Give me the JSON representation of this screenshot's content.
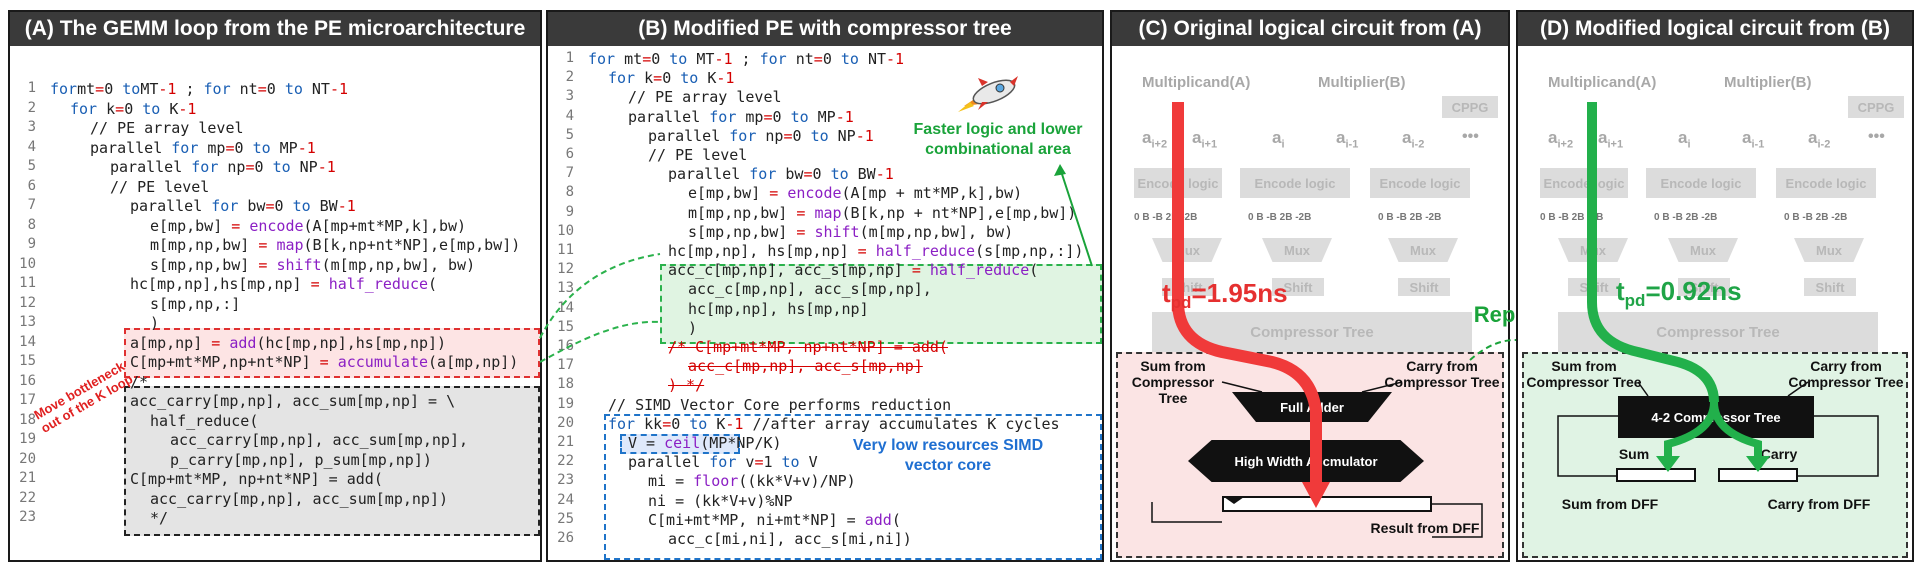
{
  "panels": {
    "a": {
      "title": "(A) The GEMM loop from the PE microarchitecture"
    },
    "b": {
      "title": "(B) Modified PE  with compressor tree"
    },
    "c": {
      "title": "(C) Original logical circuit from (A)"
    },
    "d": {
      "title": "(D) Modified logical circuit from (B)"
    }
  },
  "code_a": [
    {
      "n": "1",
      "segs": [
        [
          "kw",
          "for"
        ],
        [
          "",
          "mt"
        ],
        [
          "op",
          "="
        ],
        [
          "",
          "0 "
        ],
        [
          "kw",
          "to"
        ],
        [
          "",
          "MT"
        ],
        [
          "op",
          "-1"
        ],
        [
          "",
          " ; "
        ],
        [
          "kw",
          "for"
        ],
        [
          "",
          " nt"
        ],
        [
          "op",
          "="
        ],
        [
          "",
          "0 "
        ],
        [
          "kw",
          "to"
        ],
        [
          "",
          " NT"
        ],
        [
          "op",
          "-1"
        ]
      ]
    },
    {
      "n": "2",
      "segs": [
        [
          "kw",
          "for"
        ],
        [
          "",
          " k"
        ],
        [
          "op",
          "="
        ],
        [
          "",
          "0 "
        ],
        [
          "kw",
          "to"
        ],
        [
          "",
          " K"
        ],
        [
          "op",
          "-1"
        ]
      ]
    },
    {
      "n": "3",
      "segs": [
        [
          "",
          "// PE array level"
        ]
      ]
    },
    {
      "n": "4",
      "segs": [
        [
          "",
          "parallel "
        ],
        [
          "kw",
          "for"
        ],
        [
          "",
          " mp"
        ],
        [
          "op",
          "="
        ],
        [
          "",
          "0 "
        ],
        [
          "kw",
          "to"
        ],
        [
          "",
          " MP"
        ],
        [
          "op",
          "-1"
        ]
      ]
    },
    {
      "n": "5",
      "segs": [
        [
          "",
          "parallel "
        ],
        [
          "kw",
          "for"
        ],
        [
          "",
          " np"
        ],
        [
          "op",
          "="
        ],
        [
          "",
          "0 "
        ],
        [
          "kw",
          "to"
        ],
        [
          "",
          " NP"
        ],
        [
          "op",
          "-1"
        ]
      ]
    },
    {
      "n": "6",
      "segs": [
        [
          "",
          "// PE level"
        ]
      ]
    },
    {
      "n": "7",
      "segs": [
        [
          "",
          "parallel "
        ],
        [
          "kw",
          "for"
        ],
        [
          "",
          " bw"
        ],
        [
          "op",
          "="
        ],
        [
          "",
          "0 "
        ],
        [
          "kw",
          "to"
        ],
        [
          "",
          " BW"
        ],
        [
          "op",
          "-1"
        ]
      ]
    },
    {
      "n": "8",
      "segs": [
        [
          "",
          "e[mp,bw] "
        ],
        [
          "op",
          "="
        ],
        [
          "",
          " "
        ],
        [
          "fn",
          "encode"
        ],
        [
          "",
          "(A[mp+mt*MP,k],bw)"
        ]
      ]
    },
    {
      "n": "9",
      "segs": [
        [
          "",
          "m[mp,np,bw] "
        ],
        [
          "op",
          "="
        ],
        [
          "",
          " "
        ],
        [
          "fn",
          "map"
        ],
        [
          "",
          "(B[k,np+nt*NP],e[mp,bw])"
        ]
      ]
    },
    {
      "n": "10",
      "segs": [
        [
          "",
          "s[mp,np,bw] "
        ],
        [
          "op",
          "="
        ],
        [
          "",
          " "
        ],
        [
          "fn",
          "shift"
        ],
        [
          "",
          "(m[mp,np,bw], bw)"
        ]
      ]
    },
    {
      "n": "11",
      "segs": [
        [
          "",
          "hc[mp,np],hs[mp,np] "
        ],
        [
          "op",
          "="
        ],
        [
          "",
          " "
        ],
        [
          "fn",
          "half_reduce"
        ],
        [
          "",
          "("
        ]
      ]
    },
    {
      "n": "12",
      "segs": [
        [
          "",
          "s[mp,np,:]"
        ]
      ]
    },
    {
      "n": "13",
      "segs": [
        [
          "",
          ")"
        ]
      ]
    },
    {
      "n": "14",
      "segs": [
        [
          "",
          "a[mp,np] "
        ],
        [
          "op",
          "="
        ],
        [
          "",
          " "
        ],
        [
          "fn",
          "add"
        ],
        [
          "",
          "(hc[mp,np],hs[mp,np])"
        ]
      ]
    },
    {
      "n": "15",
      "segs": [
        [
          "",
          "C[mp+mt*MP,np+nt*NP] "
        ],
        [
          "op",
          "="
        ],
        [
          "",
          " "
        ],
        [
          "fn",
          "accumulate"
        ],
        [
          "",
          "(a[mp,np])"
        ]
      ]
    },
    {
      "n": "16",
      "segs": [
        [
          "",
          "/*"
        ]
      ]
    },
    {
      "n": "17",
      "segs": [
        [
          "",
          "acc_carry[mp,np], acc_sum[mp,np] = \\"
        ]
      ]
    },
    {
      "n": "18",
      "segs": [
        [
          "",
          "half_reduce("
        ]
      ]
    },
    {
      "n": "19",
      "segs": [
        [
          "",
          "acc_carry[mp,np], acc_sum[mp,np],"
        ]
      ]
    },
    {
      "n": "20",
      "segs": [
        [
          "",
          "p_carry[mp,np], p_sum[mp,np])"
        ]
      ]
    },
    {
      "n": "21",
      "segs": [
        [
          "",
          "C[mp+mt*MP, np+nt*NP] = add("
        ]
      ]
    },
    {
      "n": "22",
      "segs": [
        [
          "",
          "acc_carry[mp,np], acc_sum[mp,np])"
        ]
      ]
    },
    {
      "n": "23",
      "segs": [
        [
          "",
          "*/"
        ]
      ]
    }
  ],
  "code_b": [
    {
      "n": "1",
      "segs": [
        [
          "kw",
          "for"
        ],
        [
          "",
          " mt"
        ],
        [
          "op",
          "="
        ],
        [
          "",
          "0 "
        ],
        [
          "kw",
          "to"
        ],
        [
          "",
          " MT"
        ],
        [
          "op",
          "-1"
        ],
        [
          "",
          " ; "
        ],
        [
          "kw",
          "for"
        ],
        [
          "",
          " nt"
        ],
        [
          "op",
          "="
        ],
        [
          "",
          "0 "
        ],
        [
          "kw",
          "to"
        ],
        [
          "",
          " NT"
        ],
        [
          "op",
          "-1"
        ]
      ]
    },
    {
      "n": "2",
      "segs": [
        [
          "kw",
          "for"
        ],
        [
          "",
          " k"
        ],
        [
          "op",
          "="
        ],
        [
          "",
          "0 "
        ],
        [
          "kw",
          "to"
        ],
        [
          "",
          " K"
        ],
        [
          "op",
          "-1"
        ]
      ]
    },
    {
      "n": "3",
      "segs": [
        [
          "",
          "// PE array level"
        ]
      ]
    },
    {
      "n": "4",
      "segs": [
        [
          "",
          "parallel "
        ],
        [
          "kw",
          "for"
        ],
        [
          "",
          " mp"
        ],
        [
          "op",
          "="
        ],
        [
          "",
          "0 "
        ],
        [
          "kw",
          "to"
        ],
        [
          "",
          " MP"
        ],
        [
          "op",
          "-1"
        ]
      ]
    },
    {
      "n": "5",
      "segs": [
        [
          "",
          "parallel "
        ],
        [
          "kw",
          "for"
        ],
        [
          "",
          " np"
        ],
        [
          "op",
          "="
        ],
        [
          "",
          "0 "
        ],
        [
          "kw",
          "to"
        ],
        [
          "",
          " NP"
        ],
        [
          "op",
          "-1"
        ]
      ]
    },
    {
      "n": "6",
      "segs": [
        [
          "",
          "// PE level"
        ]
      ]
    },
    {
      "n": "7",
      "segs": [
        [
          "",
          "parallel "
        ],
        [
          "kw",
          "for"
        ],
        [
          "",
          " bw"
        ],
        [
          "op",
          "="
        ],
        [
          "",
          "0 "
        ],
        [
          "kw",
          "to"
        ],
        [
          "",
          " BW"
        ],
        [
          "op",
          "-1"
        ]
      ]
    },
    {
      "n": "8",
      "segs": [
        [
          "",
          "e[mp,bw] "
        ],
        [
          "op",
          "="
        ],
        [
          "",
          " "
        ],
        [
          "fn",
          "encode"
        ],
        [
          "",
          "(A[mp + mt*MP,k],bw)"
        ]
      ]
    },
    {
      "n": "9",
      "segs": [
        [
          "",
          "m[mp,np,bw] "
        ],
        [
          "op",
          "="
        ],
        [
          "",
          " "
        ],
        [
          "fn",
          "map"
        ],
        [
          "",
          "(B[k,np + nt*NP],e[mp,bw])"
        ]
      ]
    },
    {
      "n": "10",
      "segs": [
        [
          "",
          "s[mp,np,bw] "
        ],
        [
          "op",
          "="
        ],
        [
          "",
          " "
        ],
        [
          "fn",
          "shift"
        ],
        [
          "",
          "(m[mp,np,bw], bw)"
        ]
      ]
    },
    {
      "n": "11",
      "segs": [
        [
          "",
          "hc[mp,np], hs[mp,np] "
        ],
        [
          "op",
          "="
        ],
        [
          "",
          " "
        ],
        [
          "fn",
          "half_reduce"
        ],
        [
          "",
          "(s[mp,np,:])"
        ]
      ]
    },
    {
      "n": "12",
      "segs": [
        [
          "",
          "acc_c[mp,np], acc_s[mp,np] "
        ],
        [
          "op",
          "="
        ],
        [
          "",
          " "
        ],
        [
          "fn",
          "half_reduce"
        ],
        [
          "",
          "("
        ]
      ]
    },
    {
      "n": "13",
      "segs": [
        [
          "",
          "acc_c[mp,np], acc_s[mp,np],"
        ]
      ]
    },
    {
      "n": "14",
      "segs": [
        [
          "",
          "hc[mp,np], hs[mp,np]"
        ]
      ]
    },
    {
      "n": "15",
      "segs": [
        [
          "",
          ")"
        ]
      ]
    },
    {
      "n": "16",
      "segs": [
        [
          "",
          "/* C[mp+mt*MP, np+nt*NP] = add("
        ]
      ]
    },
    {
      "n": "17",
      "segs": [
        [
          "",
          "acc_c[mp,np], acc_s[mp,np]"
        ]
      ]
    },
    {
      "n": "18",
      "segs": [
        [
          "",
          ") */"
        ]
      ]
    },
    {
      "n": "19",
      "segs": [
        [
          "",
          "// SIMD Vector Core performs reduction"
        ]
      ]
    },
    {
      "n": "20",
      "segs": [
        [
          "kw",
          "for"
        ],
        [
          "",
          " kk"
        ],
        [
          "op",
          "="
        ],
        [
          "",
          "0 "
        ],
        [
          "kw",
          "to"
        ],
        [
          "",
          " K"
        ],
        [
          "op",
          "-1"
        ],
        [
          "",
          " //after array accumulates K cycles"
        ]
      ]
    },
    {
      "n": "21",
      "segs": [
        [
          "",
          "V = "
        ],
        [
          "fn",
          "ceil"
        ],
        [
          "",
          "(MP*NP/K)"
        ]
      ]
    },
    {
      "n": "22",
      "segs": [
        [
          "",
          "parallel "
        ],
        [
          "kw",
          "for"
        ],
        [
          "",
          " v"
        ],
        [
          "op",
          "="
        ],
        [
          "",
          "1 "
        ],
        [
          "kw",
          "to"
        ],
        [
          "",
          " V"
        ]
      ]
    },
    {
      "n": "23",
      "segs": [
        [
          "",
          "mi = "
        ],
        [
          "fn",
          "floor"
        ],
        [
          "",
          "((kk*V+v)/NP)"
        ]
      ]
    },
    {
      "n": "24",
      "segs": [
        [
          "",
          "ni = (kk*V+v)%NP"
        ]
      ]
    },
    {
      "n": "25",
      "segs": [
        [
          "",
          "C[mi+mt*MP, ni+mt*NP] = "
        ],
        [
          "fn",
          "add"
        ],
        [
          "",
          "("
        ]
      ]
    },
    {
      "n": "26",
      "segs": [
        [
          "",
          "acc_c[mi,ni], acc_s[mi,ni])"
        ]
      ]
    }
  ],
  "notes": {
    "move": "Move bottleneck out of the K loop",
    "faster": "Faster logic and lower combinational area",
    "simd": "Very low resources SIMD vector core",
    "replace": "Replace"
  },
  "circuit": {
    "multiplicand": "Multiplicand(A)",
    "multiplier": "Multiplier(B)",
    "cppg": "CPPG",
    "a_labels": [
      "a",
      "a",
      "a",
      "a",
      "a"
    ],
    "a_subs": [
      "i+2",
      "i+1",
      "i",
      "i-1",
      "i-2"
    ],
    "dots": "•••",
    "encode": "Encode logic",
    "pp": "0  B  -B  2B  -2B",
    "mux": "Mux",
    "shift": "Shift",
    "compressor": "Compressor Tree",
    "sum_from_ct": "Sum from Compressor Tree",
    "carry_from_ct": "Carry from Compressor Tree",
    "full_adder": "Full Adder",
    "accumulator": "High Width Accmulator",
    "result_dff": "Result from DFF",
    "tpd_c_main": "t",
    "tpd_c_sub": "pd",
    "tpd_c_val": "=1.95ns",
    "tpd_d_main": "t",
    "tpd_d_sub": "pd",
    "tpd_d_val": "=0.92ns",
    "compressor42": "4-2 Compressor Tree",
    "sum": "Sum",
    "carry": "Carry",
    "sum_dff": "Sum from DFF",
    "carry_dff": "Carry from DFF"
  },
  "colors": {
    "red_path": "#f03a3a",
    "green_path": "#22b04b",
    "kw": "#1a5fb4",
    "op": "#d40000",
    "fn": "#8b1fc4",
    "note_green": "#1aa33a",
    "note_blue": "#1f6fd1"
  }
}
